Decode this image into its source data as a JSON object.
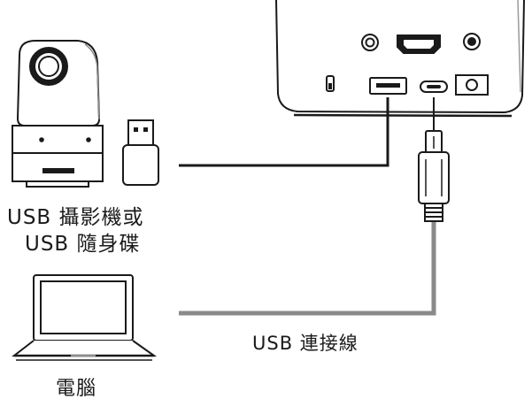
{
  "labels": {
    "usb_device_line1": "USB 攝影機或",
    "usb_device_line2": "USB 隨身碟",
    "usb_cable": "USB 連接線",
    "computer": "電腦"
  },
  "colors": {
    "outline": "#1a1a1a",
    "usb_a_wire": "#1a1a1a",
    "usb_c_cable": "#8a8a8a",
    "background": "#ffffff"
  }
}
